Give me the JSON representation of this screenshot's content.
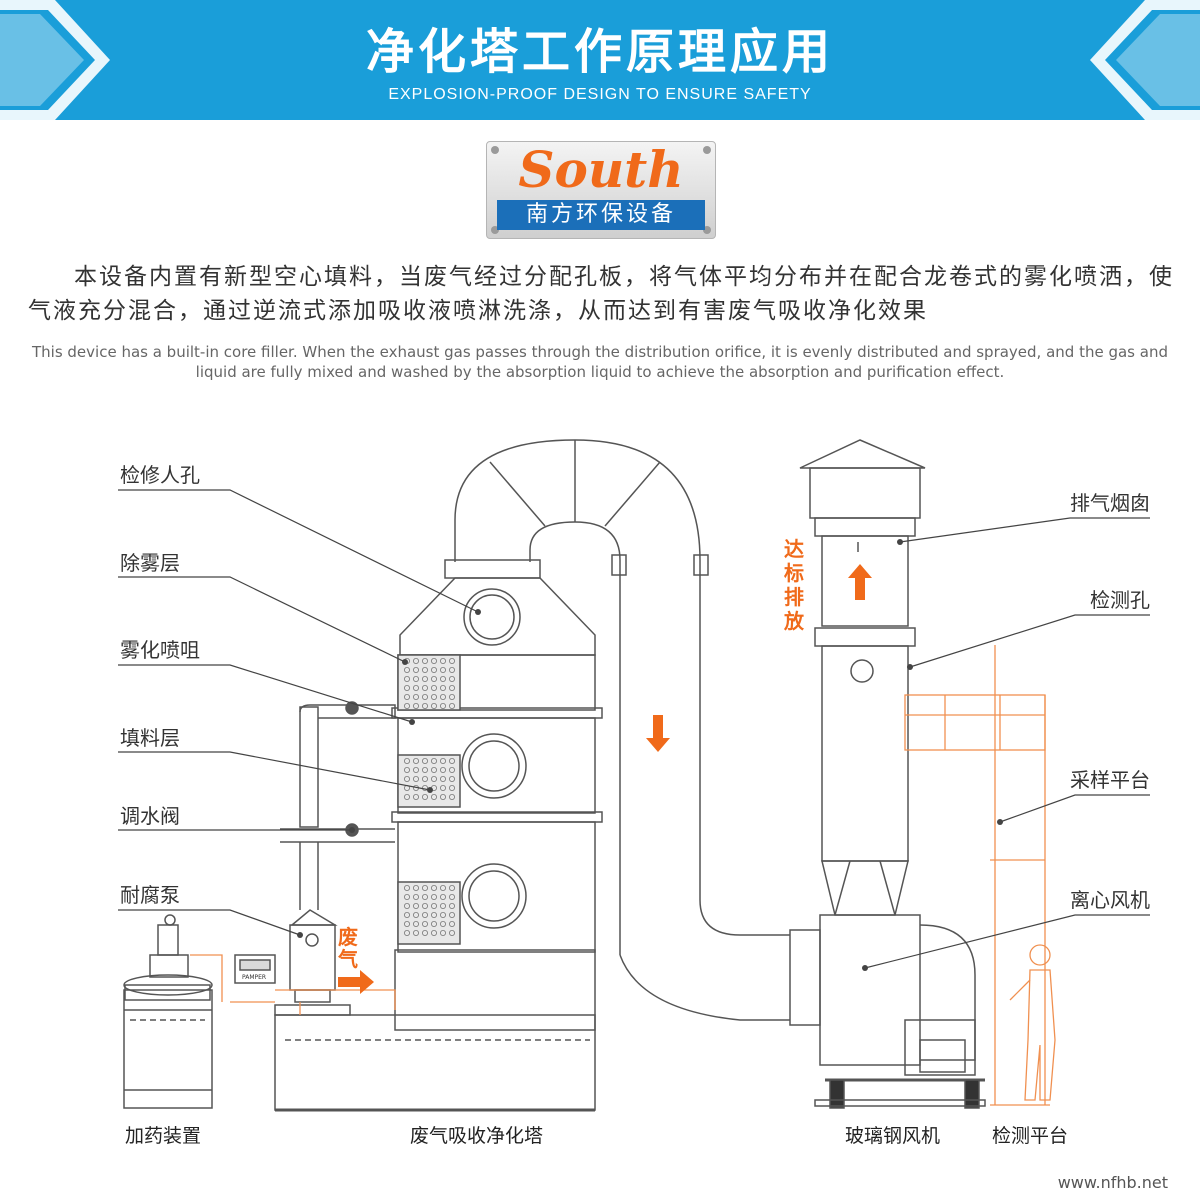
{
  "header": {
    "title": "净化塔工作原理应用",
    "subtitle": "EXPLOSION-PROOF DESIGN TO ENSURE SAFETY"
  },
  "logo": {
    "brand": "South",
    "subtitle": "南方环保设备"
  },
  "description": {
    "cn": "本设备内置有新型空心填料，当废气经过分配孔板，将气体平均分布并在配合龙卷式的雾化喷洒，使气液充分混合，通过逆流式添加吸收液喷淋洗涤，从而达到有害废气吸收净化效果",
    "en": "This device has a built-in core filler. When the exhaust gas passes through the distribution orifice, it is evenly distributed and sprayed, and the gas and liquid are fully mixed and washed by the absorption liquid to achieve the absorption and purification effect."
  },
  "labels_left": {
    "manhole": "检修人孔",
    "demist": "除雾层",
    "nozzle": "雾化喷咀",
    "filler": "填料层",
    "valve": "调水阀",
    "pump": "耐腐泵"
  },
  "labels_right": {
    "chimney": "排气烟囱",
    "test_hole": "检测孔",
    "platform": "采样平台",
    "fan": "离心风机"
  },
  "flow": {
    "discharge": "达标排放",
    "waste_gas": "废气"
  },
  "bottom_labels": {
    "dosing": "加药装置",
    "tower": "废气吸收净化塔",
    "frp_fan": "玻璃钢风机",
    "test_platform": "检测平台"
  },
  "controller_label": "PAMPER",
  "watermark": "www.nfhb.net",
  "colors": {
    "header": "#1a9ed9",
    "accent": "#f06a1a",
    "logo_blue": "#1b6fb9",
    "line": "#555555"
  }
}
